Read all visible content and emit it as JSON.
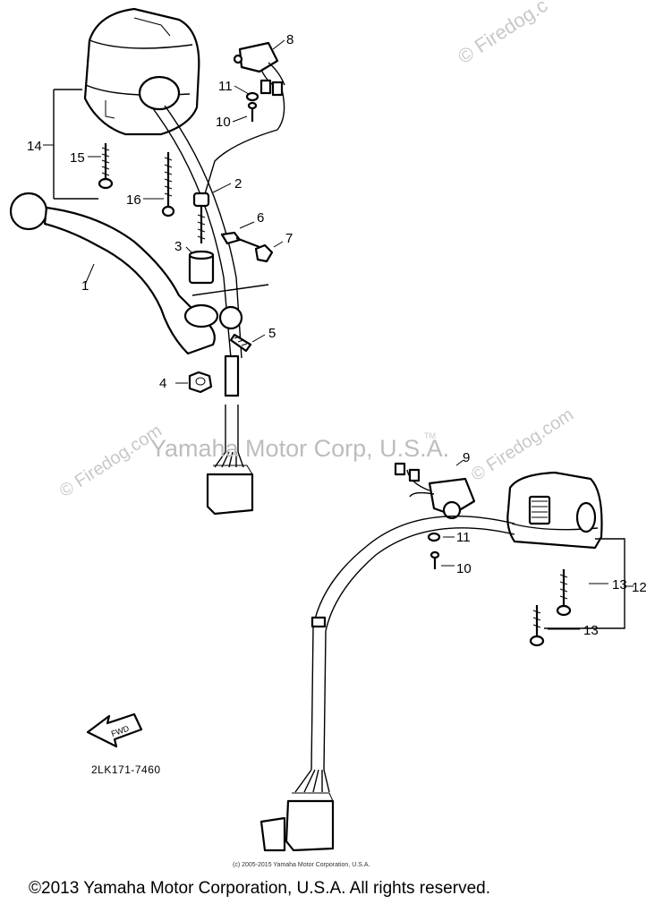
{
  "watermarks": {
    "top_right": "© Firedog.c",
    "main": "Yamaha Motor Corp, U.S.A.",
    "tm": "TM",
    "left": "© Firedog.com",
    "right": "© Firedog.com"
  },
  "callouts": {
    "c1": "1",
    "c2": "2",
    "c3": "3",
    "c4": "4",
    "c5": "5",
    "c6": "6",
    "c7": "7",
    "c8": "8",
    "c9": "9",
    "c10a": "10",
    "c10b": "10",
    "c11a": "11",
    "c11b": "11",
    "c12": "12",
    "c13a": "13",
    "c13b": "13",
    "c14": "14",
    "c15": "15",
    "c16": "16"
  },
  "fwd_label": "FWD",
  "diagram_code": "2LK171-7460",
  "small_credit": "(c) 2005-2015 Yamaha Motor Corporation, U.S.A.",
  "footer": "©2013 Yamaha Motor Corporation, U.S.A. All rights reserved."
}
